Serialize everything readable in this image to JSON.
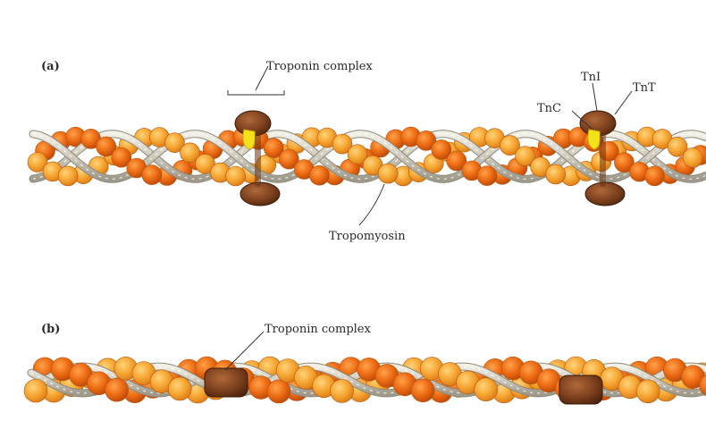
{
  "panel_a": {
    "label": "(a)",
    "troponin_label": "Troponin complex",
    "tropomyosin_label": "Tropomyosin",
    "tni_label": "TnI",
    "tnt_label": "TnT",
    "tnc_label": "TnC"
  },
  "panel_b": {
    "label": "(b)",
    "troponin_label": "Troponin complex"
  },
  "colors": {
    "actin_light": "#f6a531",
    "actin_dark": "#ec6a12",
    "actin_shadow": "#c84e0c",
    "tropomyosin": "#d7d3c7",
    "troponin": "#7a3f1c",
    "tnc": "#f2e21a"
  }
}
